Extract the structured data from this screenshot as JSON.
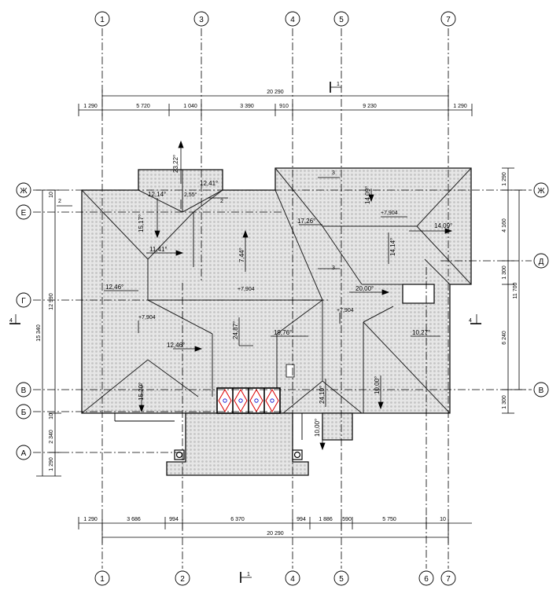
{
  "axes": {
    "top_numbers": [
      "1",
      "3",
      "4",
      "5",
      "7"
    ],
    "bottom_numbers": [
      "1",
      "2",
      "4",
      "5",
      "6",
      "7"
    ],
    "left_letters": [
      "Ж",
      "Е",
      "Г",
      "В",
      "Б",
      "А"
    ],
    "right_letters": [
      "Ж",
      "Д",
      "В"
    ]
  },
  "dimensions": {
    "top_total": "20 290",
    "top_segments": [
      "1 290",
      "5 720",
      "1 040",
      "3 390",
      "910",
      "9 230",
      "1 290"
    ],
    "bottom_segments": [
      "1 290",
      "3 686",
      "994",
      "6 370",
      "994",
      "1 886",
      "590",
      "5 750",
      "10"
    ],
    "bottom_total": "20 290",
    "left_outer": "15 340",
    "left_inner": [
      "10",
      "12 990",
      "10",
      "2 340",
      "1 290"
    ],
    "right_segments": [
      "1 290",
      "4 160",
      "1 300",
      "6 240",
      "1 300"
    ],
    "right_total": "11 700"
  },
  "roof_annotations": {
    "angles": [
      "23,22°",
      "12,14°",
      "12,41°",
      "2,55°",
      "15,17°",
      "11,41°",
      "7,44°",
      "12,46°",
      "12,46°",
      "24,87°",
      "15,20°",
      "17,26°",
      "14,09°",
      "14,09°",
      "14,14°",
      "20,00°",
      "19,76°",
      "10,27°",
      "10,00°",
      "24,10°",
      "10,00°"
    ],
    "elevations": [
      "+7,904",
      "+7,904",
      "+7,904",
      "+7,904"
    ]
  },
  "section_marks": {
    "top": "1",
    "bottom": "1",
    "left": "4",
    "right": "4",
    "small_a": "2",
    "small_b": "2",
    "small_c": "3",
    "small_d": "3"
  }
}
